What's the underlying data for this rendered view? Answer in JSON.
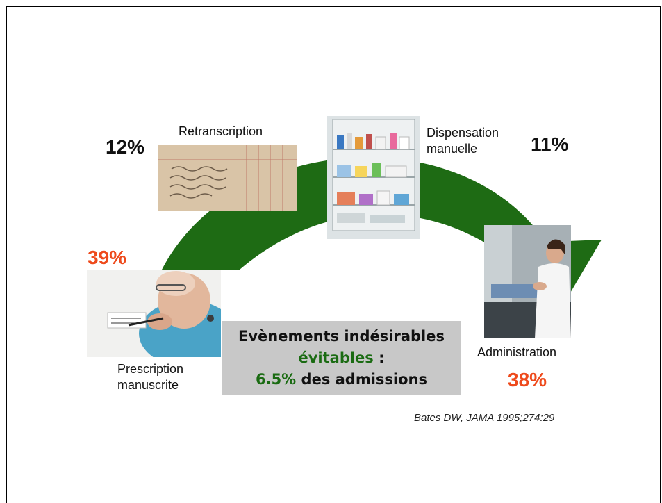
{
  "steps": [
    {
      "label": "Prescription manuscrite",
      "line1": "Prescription",
      "line2": "manuscrite",
      "percent": "39%",
      "percent_color": "#ee4a1c"
    },
    {
      "label": "Retranscription",
      "line1": "Retranscription",
      "percent": "12%",
      "percent_color": "#111111"
    },
    {
      "label": "Dispensation manuelle",
      "line1": "Dispensation",
      "line2": "manuelle",
      "percent": "11%",
      "percent_color": "#111111"
    },
    {
      "label": "Administration",
      "line1": "Administration",
      "percent": "38%",
      "percent_color": "#ee4a1c"
    }
  ],
  "summary": {
    "line1": "Evènements indésirables",
    "line2_highlight": "évitables",
    "line2_rest": " :",
    "line3_highlight": "6.5%",
    "line3_rest": " des admissions"
  },
  "citation": "Bates DW, JAMA 1995;274:29",
  "colors": {
    "arrow": "#1e6b14",
    "highlight_text": "#1a6b12",
    "box_bg": "#c8c8c8",
    "red_percent": "#ee4a1c"
  },
  "illustrations": [
    "handwritten-prescription-photo",
    "handwritten-chart-photo",
    "pharmacy-shelves-photo",
    "nurse-administration-photo"
  ]
}
